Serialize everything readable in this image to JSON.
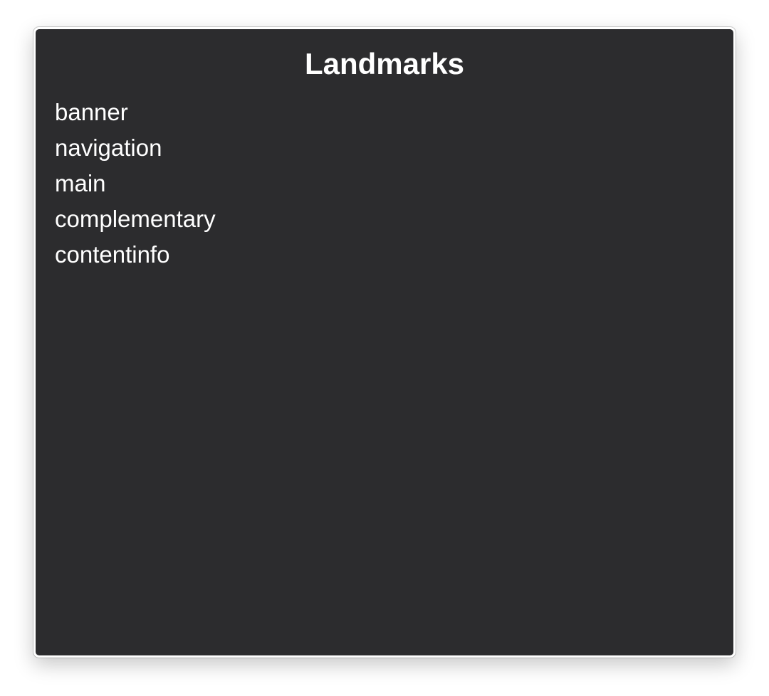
{
  "panel": {
    "title": "Landmarks",
    "items": [
      {
        "label": "banner"
      },
      {
        "label": "navigation"
      },
      {
        "label": "main"
      },
      {
        "label": "complementary"
      },
      {
        "label": "contentinfo"
      }
    ]
  },
  "colors": {
    "panel_background": "#2c2c2e",
    "text": "#ffffff",
    "frame": "#ffffff"
  }
}
